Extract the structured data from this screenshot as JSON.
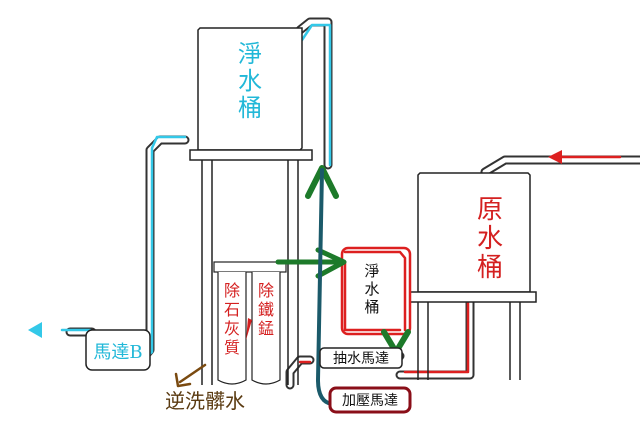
{
  "labels": {
    "clean_tank": [
      "淨",
      "水",
      "桶"
    ],
    "raw_tank": [
      "原",
      "水",
      "桶"
    ],
    "filter_1": [
      "除",
      "石",
      "灰",
      "質"
    ],
    "filter_2": [
      "除",
      "鐵",
      "錳"
    ],
    "purifier": [
      "淨",
      "水",
      "桶"
    ],
    "pump_suction": "抽水馬達",
    "pump_pressure": "加壓馬達",
    "motor_b": "馬達B",
    "backwash": "逆洗髒水"
  },
  "colors": {
    "clean_text": "#22b8d8",
    "raw_text": "#d42020",
    "filter_text": "#d42020",
    "backwash_text": "#5a3a10",
    "pipe_outline": "#333333",
    "pipe_fill": "#ffffff",
    "flow_cyan": "#33c8e8",
    "flow_red": "#dd2020",
    "flow_green": "#1d7a2a",
    "flow_teal": "#1b5a6a",
    "flow_brown": "#7a4a10"
  }
}
